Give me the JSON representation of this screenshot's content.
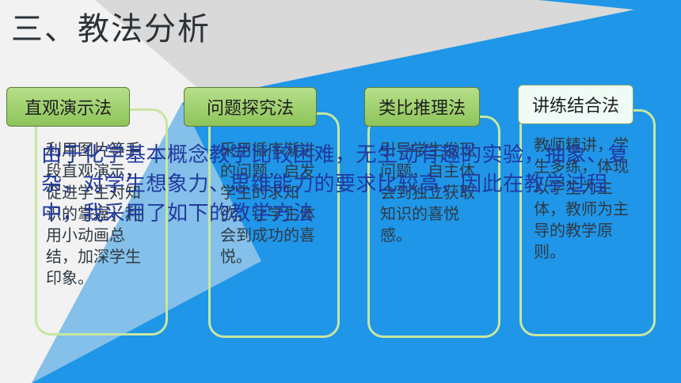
{
  "slide": {
    "title": "三、教法分析",
    "overlay_text": "由于化学基本概念教学比较困难，无生动有趣的实验，抽象、复杂，对学生想象力、思维能力的要求比较高，因此在教学过程中，我采用了如下的教学方法",
    "colors": {
      "background_blue": "#1f96e8",
      "header_gray": "#d9d9d9",
      "card_border": "#c7e6a0",
      "tag_green": "#9fd06f",
      "tag_pale": "#eefcf5",
      "overlay_text": "#213a9e"
    }
  },
  "methods": [
    {
      "tag": "直观演示法",
      "body": "利用图片等手段直观演示，促进学生对知识的掌握，利用小动画总结，加深学生印象。"
    },
    {
      "tag": "问题探究法",
      "body": "采用循序渐进的问题，启发学生的求知欲，让学生体会到成功的喜悦。"
    },
    {
      "tag": "类比推理法",
      "body": "引导学生发现问题，自主体会到独立获取知识的喜悦感。"
    },
    {
      "tag": "讲练结合法",
      "body": "教师精讲，学生多练，体现以学生为主体，教师为主导的教学原则。"
    }
  ]
}
